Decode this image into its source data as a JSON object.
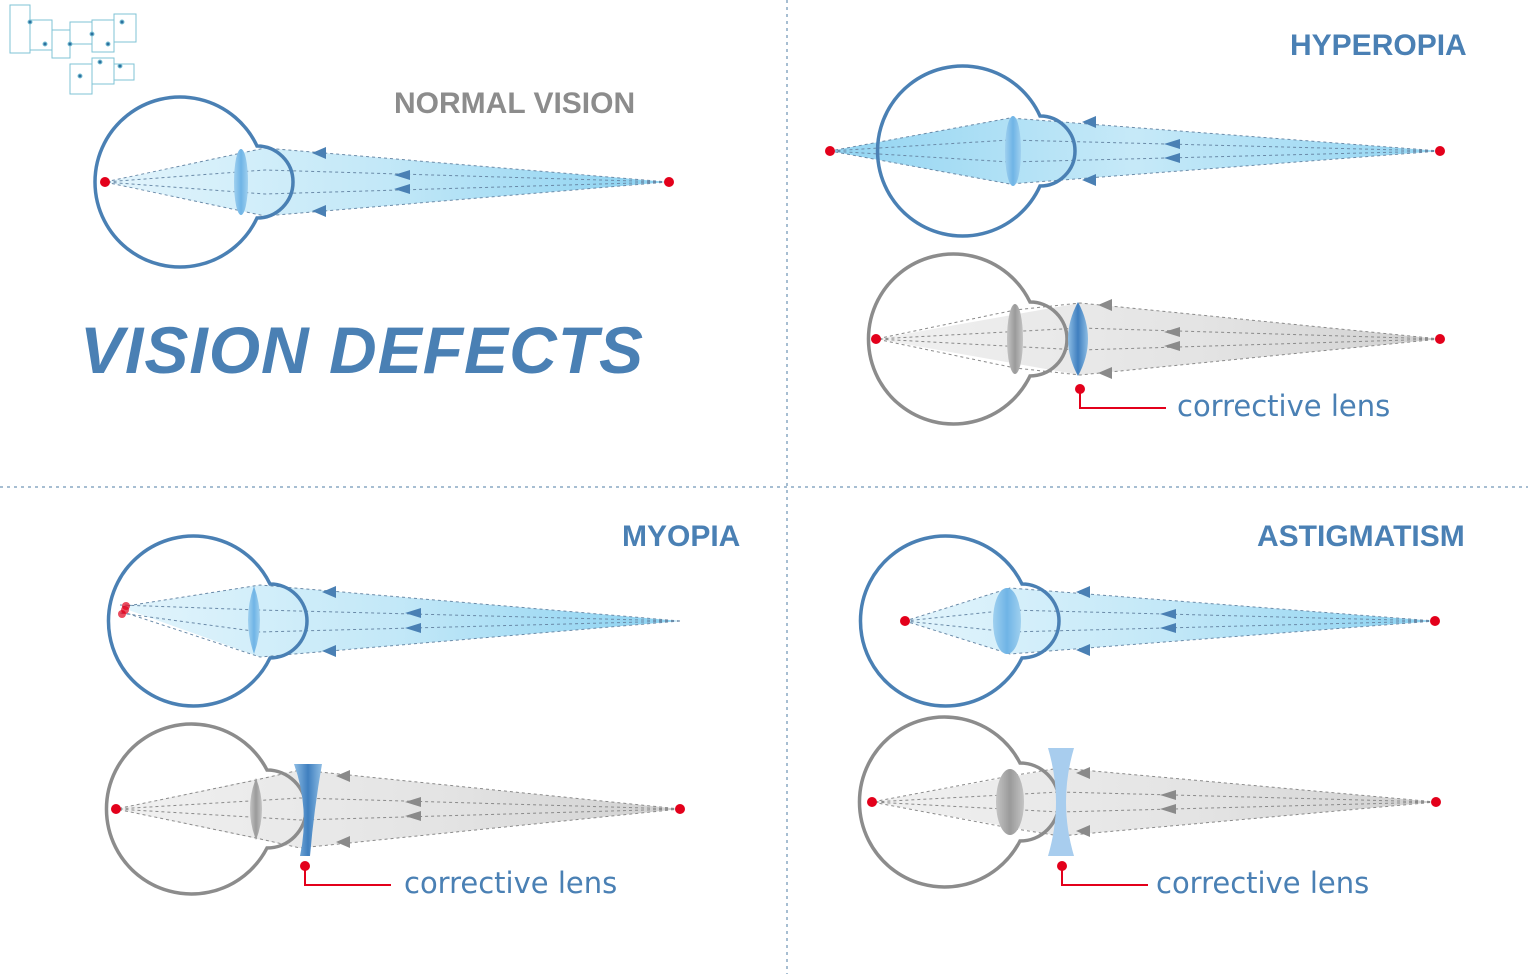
{
  "title": "VISION DEFECTS",
  "panels": {
    "normal": {
      "label": "NORMAL VISION"
    },
    "hyperopia": {
      "label": "HYPEROPIA",
      "corrective_label": "corrective lens"
    },
    "myopia": {
      "label": "MYOPIA",
      "corrective_label": "corrective lens"
    },
    "astigmatism": {
      "label": "ASTIGMATISM",
      "corrective_label": "corrective lens"
    }
  },
  "colors": {
    "eye_blue": "#4a80b4",
    "eye_gray": "#8c8c8c",
    "title_blue": "#4a80b4",
    "label_gray": "#8c8c8c",
    "ray_light_blue": "#bfe6f7",
    "ray_gray": "#dcdcdc",
    "focus_red": "#e3001b",
    "divider": "#8aa9c4"
  },
  "icons": [
    "circuit-decoration-icon",
    "eye-diagram-icon",
    "lens-icon",
    "focus-point-icon"
  ]
}
